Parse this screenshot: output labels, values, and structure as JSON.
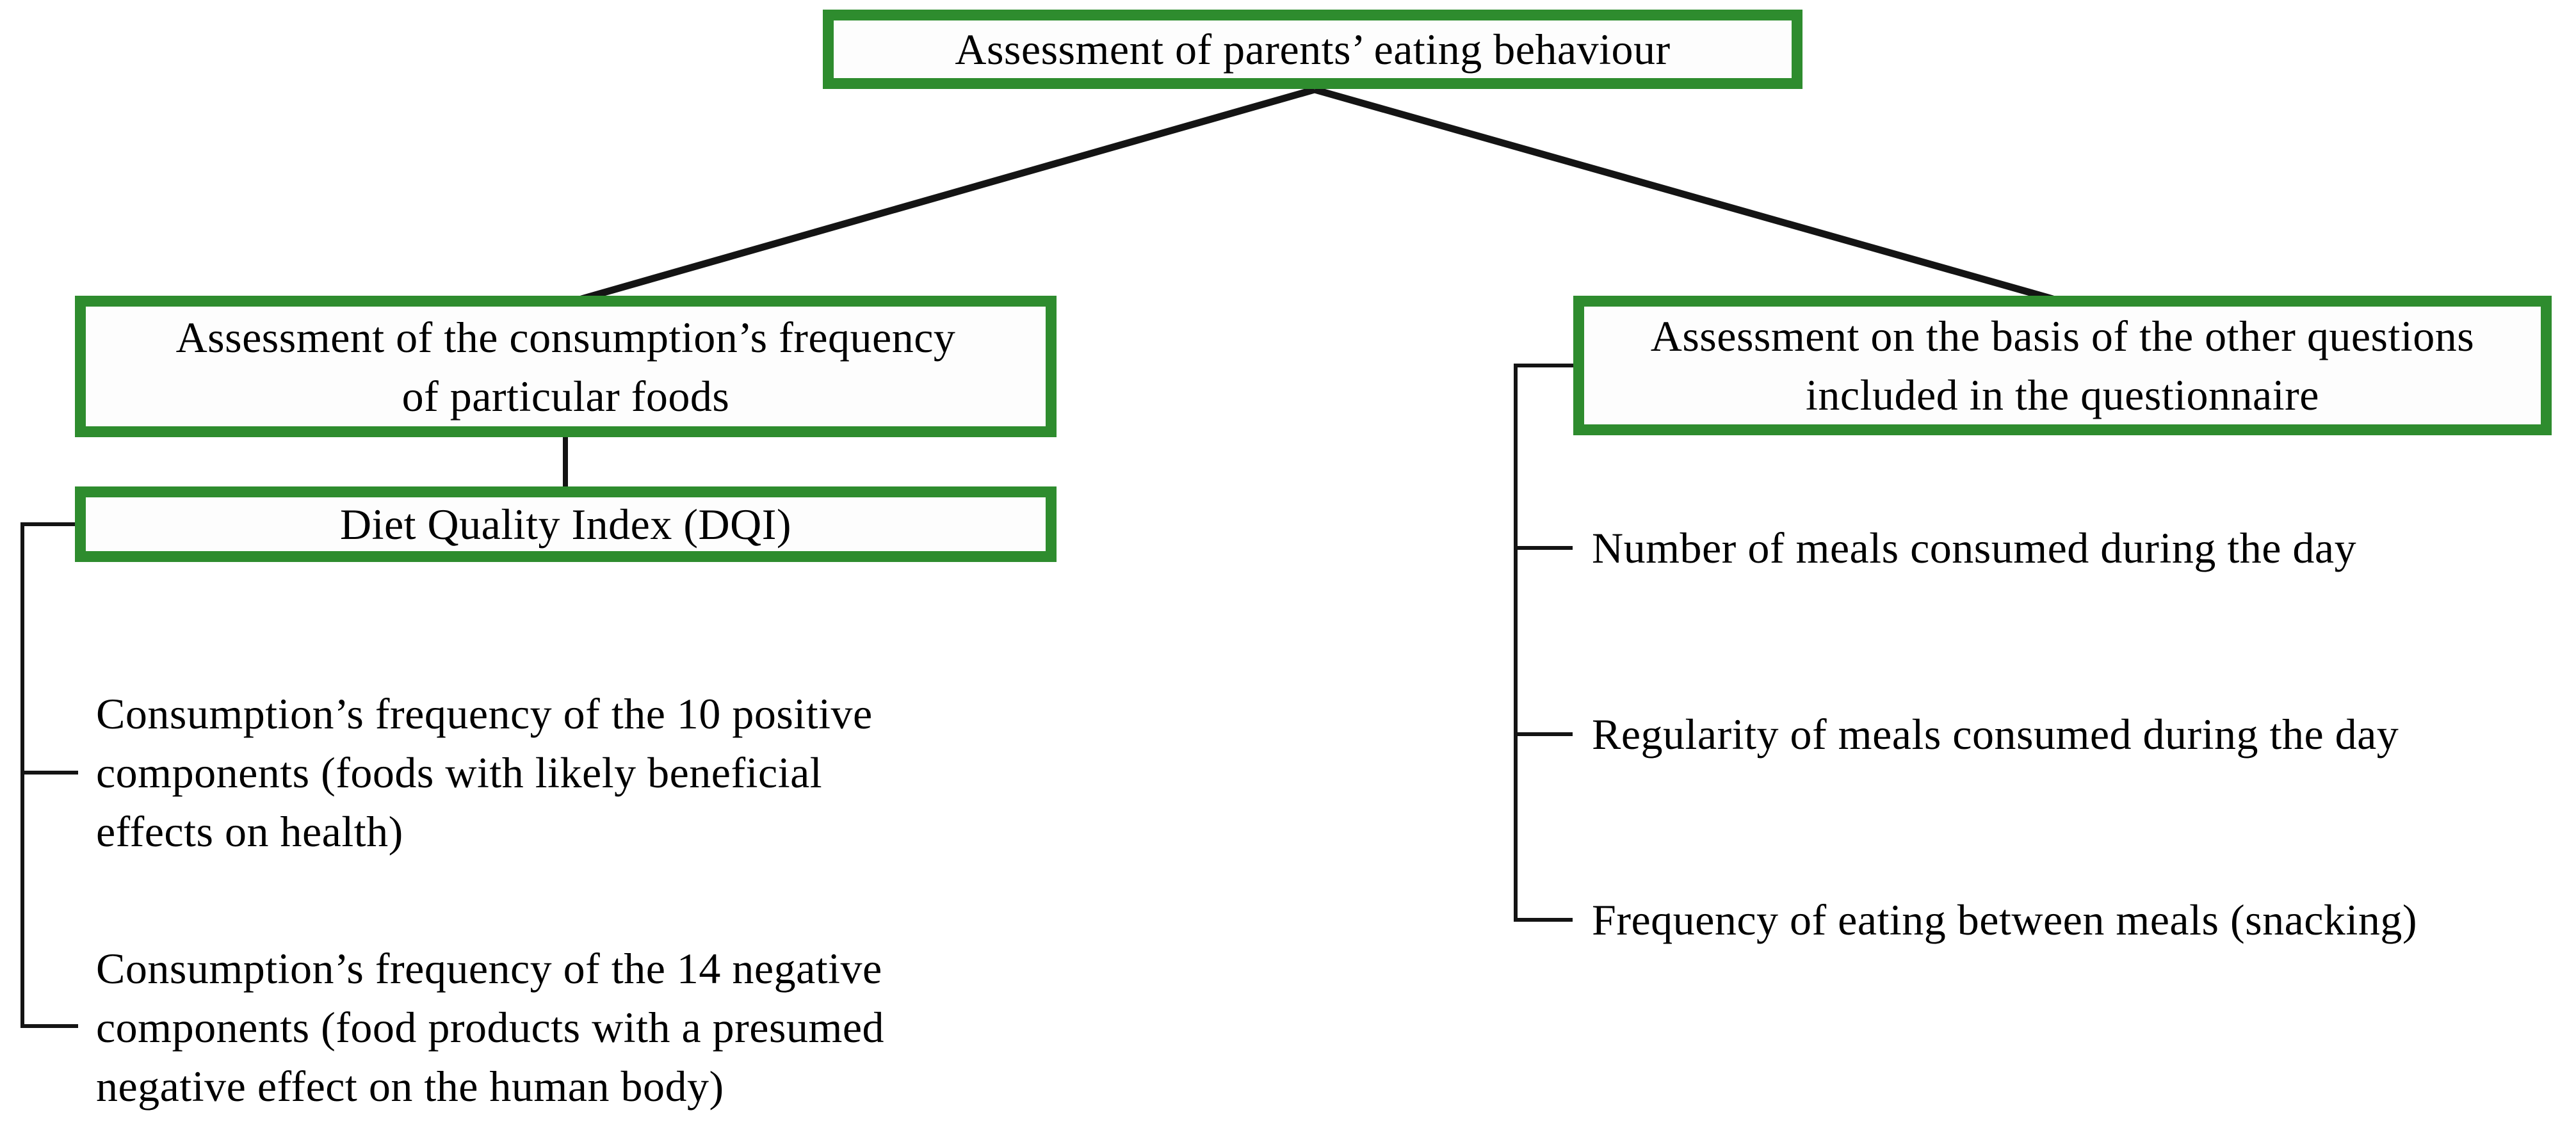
{
  "figure": {
    "type": "hierarchy-diagram",
    "root": {
      "label": "Assessment of parents’ eating behaviour"
    },
    "left_branch": {
      "box_label": "Assessment of the consumption’s frequency\nof particular foods",
      "dqi_box_label": "Diet Quality Index (DQI)",
      "items": [
        {
          "label": "Consumption’s frequency of the 10 positive\ncomponents (foods with likely beneficial\neffects on health)"
        },
        {
          "label": "Consumption’s frequency of the 14 negative\ncomponents (food products with a presumed\nnegative effect on the human body)"
        }
      ]
    },
    "right_branch": {
      "box_label": "Assessment on the basis of the other questions\nincluded in the questionnaire",
      "items": [
        {
          "label": "Number of meals consumed during the day"
        },
        {
          "label": "Regularity of meals consumed during the day"
        },
        {
          "label": "Frequency of eating between meals (snacking)"
        }
      ]
    },
    "colors": {
      "box_border_green": "#2e8c2e",
      "connector_black": "#141414",
      "text": "#000000",
      "background": "#ffffff"
    }
  }
}
